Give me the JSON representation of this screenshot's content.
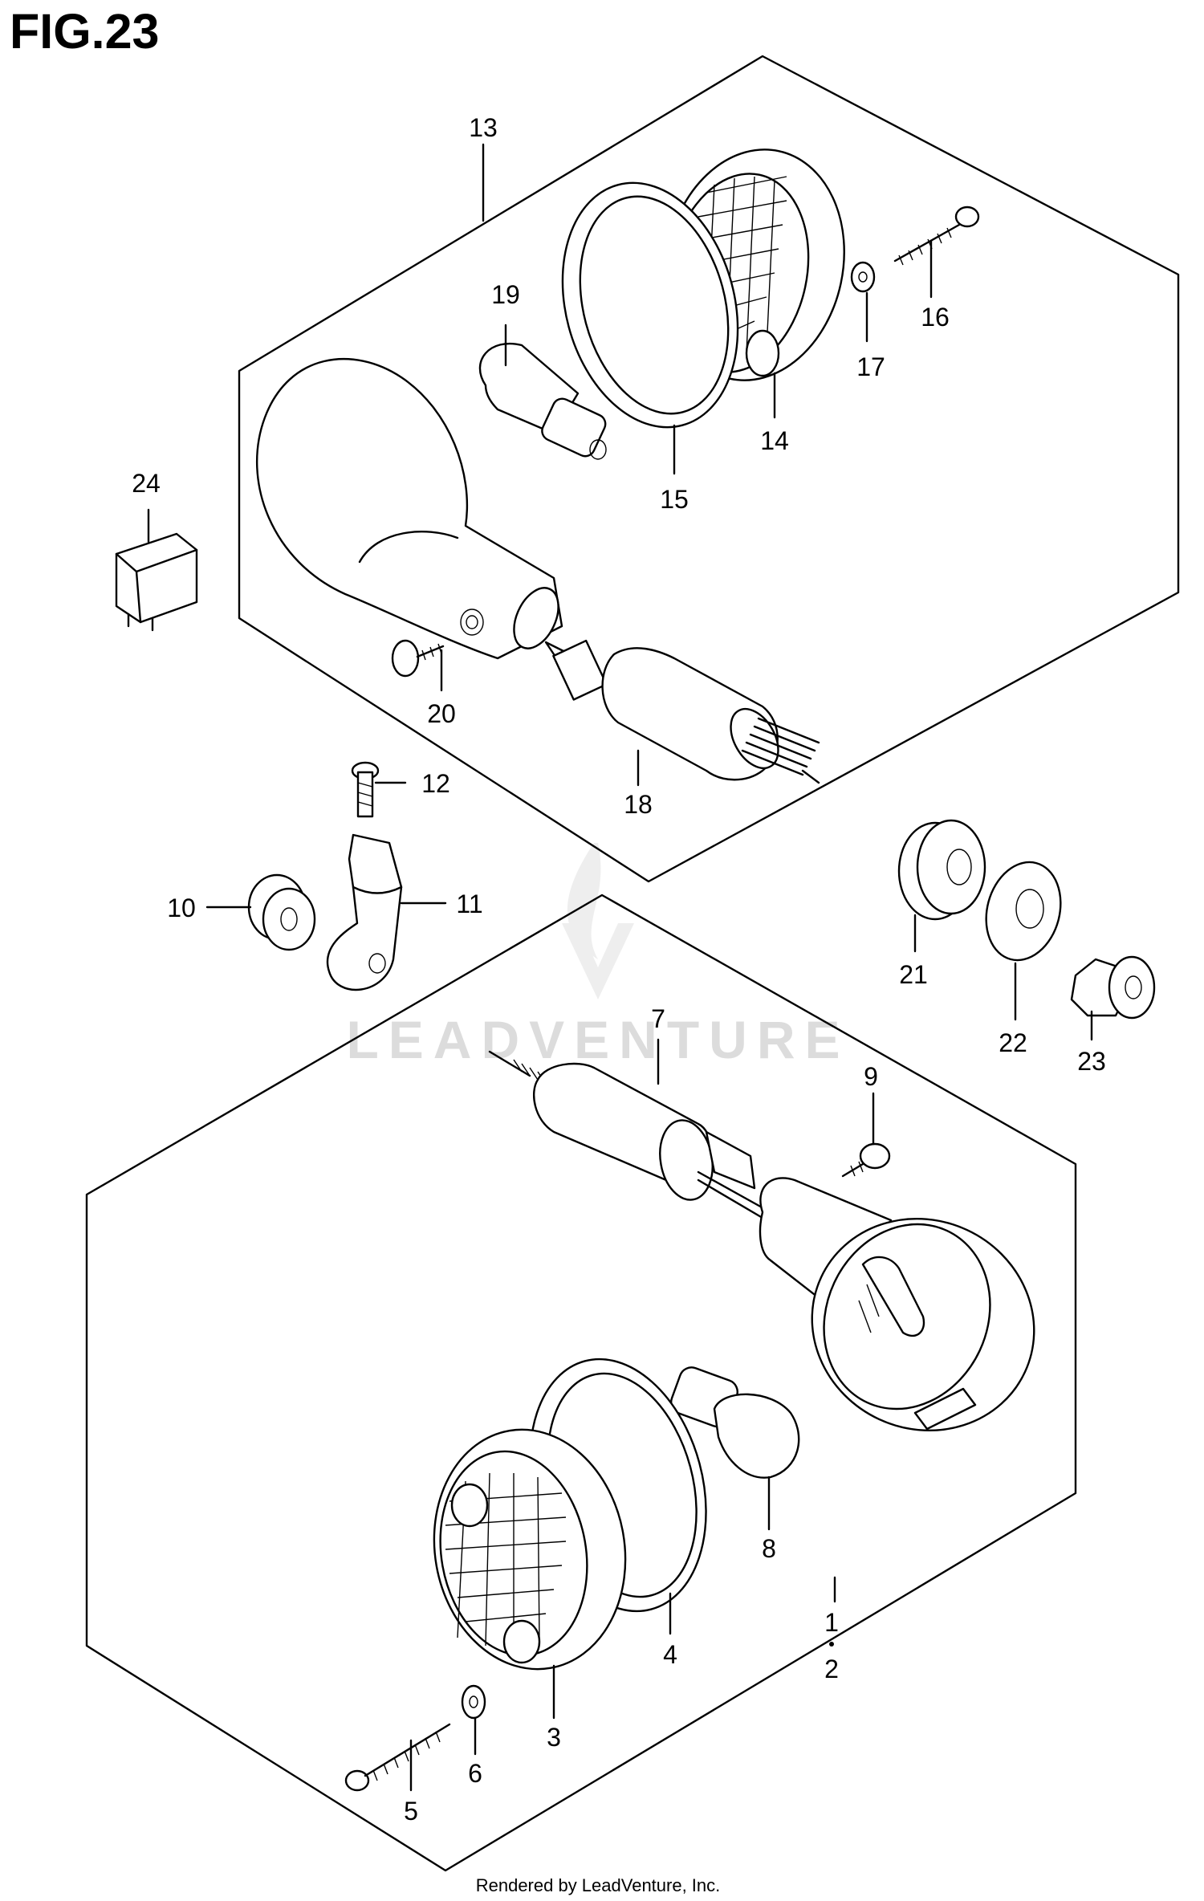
{
  "figure": {
    "title": "FIG.23"
  },
  "callouts": [
    {
      "id": "c1",
      "label": "1"
    },
    {
      "id": "c2",
      "label": "2"
    },
    {
      "id": "c3",
      "label": "3"
    },
    {
      "id": "c4",
      "label": "4"
    },
    {
      "id": "c5",
      "label": "5"
    },
    {
      "id": "c6",
      "label": "6"
    },
    {
      "id": "c7",
      "label": "7"
    },
    {
      "id": "c8",
      "label": "8"
    },
    {
      "id": "c9",
      "label": "9"
    },
    {
      "id": "c10",
      "label": "10"
    },
    {
      "id": "c11",
      "label": "11"
    },
    {
      "id": "c12",
      "label": "12"
    },
    {
      "id": "c13",
      "label": "13"
    },
    {
      "id": "c14",
      "label": "14"
    },
    {
      "id": "c15",
      "label": "15"
    },
    {
      "id": "c16",
      "label": "16"
    },
    {
      "id": "c17",
      "label": "17"
    },
    {
      "id": "c18",
      "label": "18"
    },
    {
      "id": "c19",
      "label": "19"
    },
    {
      "id": "c20",
      "label": "20"
    },
    {
      "id": "c21",
      "label": "21"
    },
    {
      "id": "c22",
      "label": "22"
    },
    {
      "id": "c23",
      "label": "23"
    },
    {
      "id": "c24",
      "label": "24"
    }
  ],
  "watermark": "LEADVENTURE",
  "footer": {
    "credit": "Rendered by LeadVenture, Inc."
  }
}
